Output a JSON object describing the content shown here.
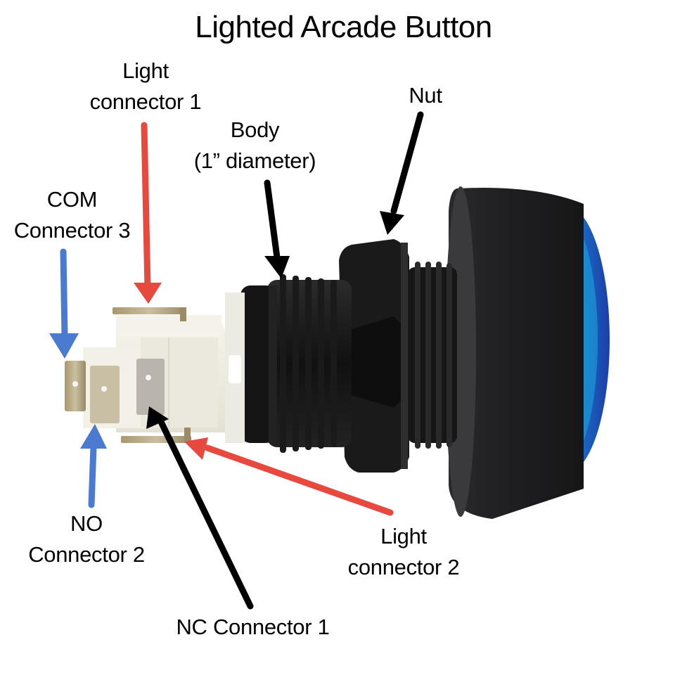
{
  "title": "Lighted Arcade Button",
  "colors": {
    "arrow_red": "#e8493f",
    "arrow_blue": "#4a7bd1",
    "arrow_black": "#000000",
    "body_black": "#1c1c1e",
    "lens_blue": "#1aa3dc",
    "lens_dark": "#1b3ea8",
    "housing_white": "#f1efe6",
    "terminal_metal": "#b9a988"
  },
  "labels": {
    "light_connector_1": {
      "line1": "Light",
      "line2": "connector 1",
      "arrow_color": "red"
    },
    "nut": {
      "line1": "Nut",
      "arrow_color": "black"
    },
    "body": {
      "line1": "Body",
      "line2": "(1” diameter)",
      "arrow_color": "black"
    },
    "com_connector_3": {
      "line1": "COM",
      "line2": "Connector 3",
      "arrow_color": "blue"
    },
    "no_connector_2": {
      "line1": "NO",
      "line2": "Connector 2",
      "arrow_color": "blue"
    },
    "light_connector_2": {
      "line1": "Light",
      "line2": "connector 2",
      "arrow_color": "red"
    },
    "nc_connector_1": {
      "line1": "NC Connector 1",
      "arrow_color": "black"
    }
  },
  "icons": {
    "product": "arcade-button-photo",
    "arrows": [
      "red-arrow",
      "blue-arrow",
      "black-arrow"
    ]
  }
}
